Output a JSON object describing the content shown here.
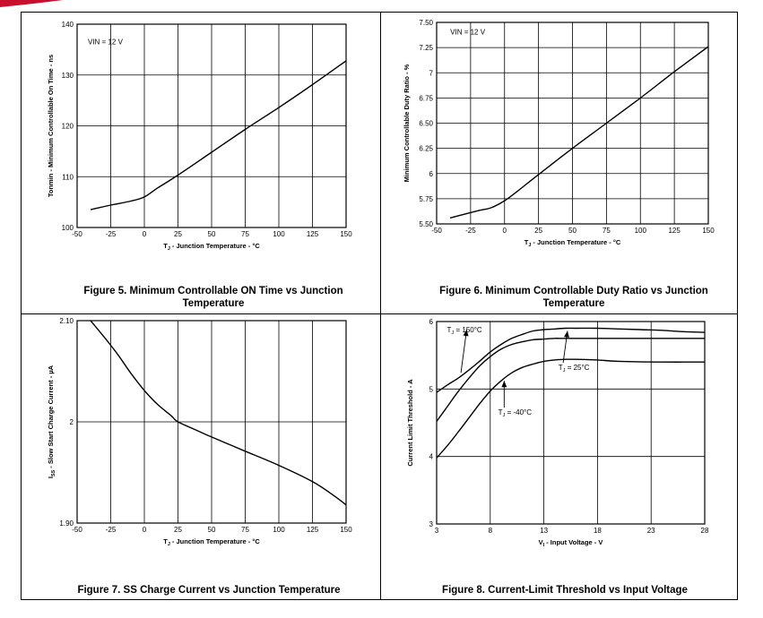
{
  "chart_data": [
    {
      "type": "line",
      "caption": "Figure 5. Minimum Controllable ON Time vs Junction Temperature",
      "xlabel": "T_J - Junction Temperature - °C",
      "ylabel": "Tonmin - Minimum Controllable On Time - ns",
      "xlim": [
        -50,
        150
      ],
      "ylim": [
        100,
        140
      ],
      "x_ticks": [
        "-50",
        "-25",
        "0",
        "25",
        "50",
        "75",
        "100",
        "125",
        "150"
      ],
      "y_ticks": [
        "100",
        "110",
        "120",
        "130",
        "140"
      ],
      "grid": true,
      "annotations": [
        {
          "text": "VIN = 12 V",
          "x": -42,
          "y": 136
        }
      ],
      "series": [
        {
          "x": [
            -40,
            -25,
            -10,
            0,
            10,
            25,
            50,
            75,
            100,
            125,
            150
          ],
          "y": [
            103.5,
            104.4,
            105.2,
            106.0,
            107.8,
            110.3,
            114.8,
            119.3,
            123.6,
            128.1,
            132.8
          ]
        }
      ]
    },
    {
      "type": "line",
      "caption": "Figure 6. Minimum Controllable Duty Ratio vs Junction Temperature",
      "xlabel": "T_J - Junction Temperature - °C",
      "ylabel": "Minimum Controllable Duty Ratio - %",
      "xlim": [
        -50,
        150
      ],
      "ylim": [
        5.5,
        7.5
      ],
      "x_ticks": [
        "-50",
        "-25",
        "0",
        "25",
        "50",
        "75",
        "100",
        "125",
        "150"
      ],
      "y_ticks": [
        "5.50",
        "5.75",
        "6",
        "6.25",
        "6.50",
        "6.75",
        "7",
        "7.25",
        "7.50"
      ],
      "grid": true,
      "annotations": [
        {
          "text": "VIN = 12 V",
          "x": -40,
          "y": 7.38
        }
      ],
      "series": [
        {
          "x": [
            -40,
            -20,
            -10,
            0,
            10,
            25,
            50,
            75,
            100,
            125,
            150
          ],
          "y": [
            5.56,
            5.63,
            5.66,
            5.73,
            5.83,
            5.99,
            6.25,
            6.5,
            6.75,
            7.01,
            7.26
          ]
        }
      ]
    },
    {
      "type": "line",
      "caption": "Figure 7. SS Charge Current vs Junction Temperature",
      "xlabel": "T_J - Junction Temperature - °C",
      "ylabel": "I_SS - Slow Start Charge Current - µA",
      "xlim": [
        -50,
        150
      ],
      "ylim": [
        1.9,
        2.1
      ],
      "x_ticks": [
        "-50",
        "-25",
        "0",
        "25",
        "50",
        "75",
        "100",
        "125",
        "150"
      ],
      "y_ticks": [
        "1.90",
        "2",
        "2.10"
      ],
      "grid": true,
      "annotations": [],
      "series": [
        {
          "x": [
            -40,
            -30,
            -20,
            -10,
            0,
            10,
            20,
            25,
            40,
            50,
            75,
            100,
            125,
            140,
            150
          ],
          "y": [
            2.1,
            2.084,
            2.067,
            2.048,
            2.031,
            2.017,
            2.006,
            2.0,
            1.991,
            1.985,
            1.971,
            1.957,
            1.941,
            1.928,
            1.918
          ]
        }
      ]
    },
    {
      "type": "line",
      "caption": "Figure 8. Current-Limit Threshold vs Input Voltage",
      "xlabel": "V_I - Input Voltage - V",
      "ylabel": "Current Limit Threshold - A",
      "xlim": [
        3,
        28
      ],
      "ylim": [
        3,
        6
      ],
      "x_ticks": [
        "3",
        "8",
        "13",
        "18",
        "23",
        "28"
      ],
      "y_ticks": [
        "3",
        "4",
        "5",
        "6"
      ],
      "grid": true,
      "series": [
        {
          "name": "T_J = 150°C",
          "x": [
            3,
            4,
            5,
            6,
            7,
            8,
            9,
            10,
            11,
            12,
            13,
            14,
            15,
            16,
            18,
            20,
            22,
            24,
            26,
            28
          ],
          "y": [
            4.95,
            5.06,
            5.16,
            5.28,
            5.41,
            5.55,
            5.66,
            5.75,
            5.81,
            5.86,
            5.88,
            5.89,
            5.9,
            5.9,
            5.9,
            5.89,
            5.88,
            5.87,
            5.85,
            5.84
          ]
        },
        {
          "name": "T_J = 25°C",
          "x": [
            3,
            4,
            5,
            6,
            7,
            8,
            9,
            10,
            11,
            12,
            13,
            14,
            15,
            18,
            22,
            28
          ],
          "y": [
            4.52,
            4.74,
            4.96,
            5.16,
            5.34,
            5.48,
            5.59,
            5.66,
            5.7,
            5.73,
            5.74,
            5.75,
            5.75,
            5.75,
            5.75,
            5.75
          ]
        },
        {
          "name": "T_J = -40°C",
          "x": [
            3,
            4,
            5,
            6,
            7,
            8,
            9,
            10,
            11,
            12,
            13,
            14,
            15,
            16,
            18,
            20,
            24,
            28
          ],
          "y": [
            3.98,
            4.16,
            4.36,
            4.57,
            4.78,
            4.97,
            5.12,
            5.24,
            5.32,
            5.37,
            5.41,
            5.43,
            5.44,
            5.44,
            5.43,
            5.41,
            5.4,
            5.4
          ]
        }
      ],
      "annotations": [
        {
          "text": "T_J = 150°C",
          "x": 5.6,
          "y": 5.88
        },
        {
          "text": "T_J = 25°C",
          "x": 15.8,
          "y": 5.32
        },
        {
          "text": "T_J = -40°C",
          "x": 10.3,
          "y": 4.66
        }
      ]
    }
  ]
}
